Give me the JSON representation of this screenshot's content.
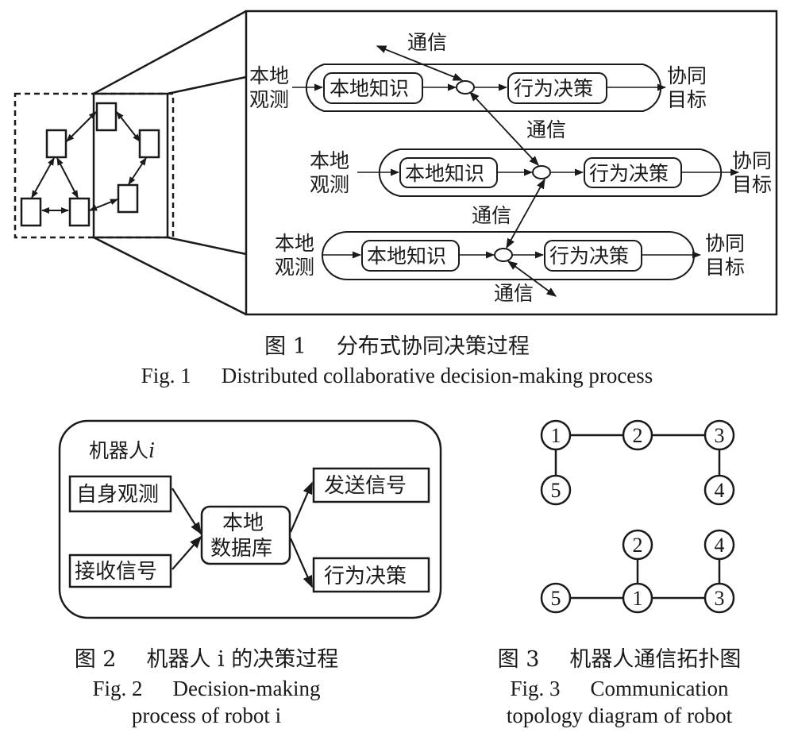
{
  "figure1": {
    "rows": [
      {
        "input": [
          "本地",
          "观测"
        ],
        "knowledge": "本地知识",
        "decision": "行为决策",
        "output": [
          "协同",
          "目标"
        ]
      },
      {
        "input": [
          "本地",
          "观测"
        ],
        "knowledge": "本地知识",
        "decision": "行为决策",
        "output": [
          "协同",
          "目标"
        ]
      },
      {
        "input": [
          "本地",
          "观测"
        ],
        "knowledge": "本地知识",
        "decision": "行为决策",
        "output": [
          "协同",
          "目标"
        ]
      }
    ],
    "comm_label": "通信",
    "caption_zh_num": "图 1",
    "caption_zh": "分布式协同决策过程",
    "caption_en_num": "Fig. 1",
    "caption_en": "Distributed collaborative decision-making process"
  },
  "figure2": {
    "robot_label": "机器人",
    "robot_var": "i",
    "self_obs": "自身观测",
    "recv_signal": "接收信号",
    "local_db": [
      "本地",
      "数据库"
    ],
    "send_signal": "发送信号",
    "decision": "行为决策",
    "caption_zh_num": "图 2",
    "caption_zh": "机器人 i 的决策过程",
    "caption_en_num": "Fig. 2",
    "caption_en_line1": "Decision-making",
    "caption_en_line2": "process of robot i"
  },
  "figure3": {
    "top_nodes": [
      "1",
      "2",
      "3",
      "5",
      "4"
    ],
    "top_edges": [
      [
        "1",
        "2"
      ],
      [
        "2",
        "3"
      ],
      [
        "1",
        "5"
      ],
      [
        "3",
        "4"
      ]
    ],
    "bottom_nodes": [
      "2",
      "4",
      "5",
      "1",
      "3"
    ],
    "bottom_edges": [
      [
        "5",
        "1"
      ],
      [
        "1",
        "3"
      ],
      [
        "1",
        "2"
      ],
      [
        "3",
        "4"
      ]
    ],
    "caption_zh_num": "图 3",
    "caption_zh": "机器人通信拓扑图",
    "caption_en_num": "Fig. 3",
    "caption_en_line1": "Communication",
    "caption_en_line2": "topology diagram of robot"
  }
}
